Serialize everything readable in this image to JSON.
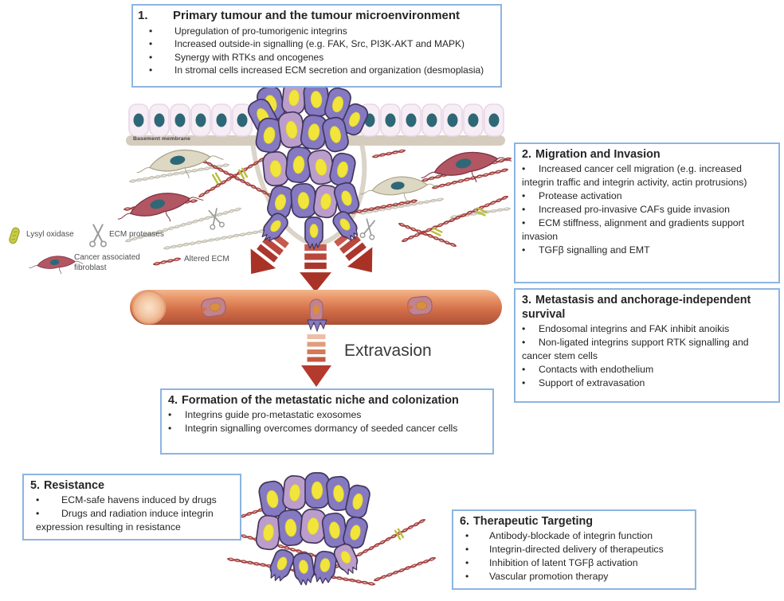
{
  "ui": {
    "bullet": "•"
  },
  "colors": {
    "box_border": "#8db4e2",
    "text": "#262626",
    "tumour_purple": "#8579c1",
    "tumour_lavender": "#bb9dcc",
    "nucleus_yellow": "#f1e53c",
    "epithelium_nucleus_teal": "#2e6876",
    "caf_red": "#b25663",
    "fibroblast_beige": "#ddd8c3",
    "fiber_red": "#a23c3a",
    "fiber_gray": "#c6c2b4",
    "crosslink_green": "#b9be3c",
    "arrow_red": "#a93227",
    "vessel_orange": "#d4714a",
    "membrane_beige": "#d5ccbe"
  },
  "boxes": [
    {
      "number": "1.",
      "title": "Primary tumour and the tumour microenvironment",
      "bullets": [
        "Upregulation of pro-tumorigenic integrins",
        "Increased outside-in signalling (e.g. FAK, Src, PI3K-AKT and MAPK)",
        "Synergy with RTKs and oncogenes",
        "In stromal cells increased ECM secretion and organization (desmoplasia)"
      ]
    },
    {
      "number": "2.",
      "title": "Migration and Invasion",
      "bullets": [
        "Increased cancer cell migration (e.g. increased integrin traffic and integrin activity, actin protrusions)",
        "Protease activation",
        "Increased pro-invasive CAFs guide invasion",
        "ECM stiffness, alignment and gradients support invasion",
        "TGFβ signalling and EMT"
      ]
    },
    {
      "number": "3.",
      "title": "Metastasis and anchorage-independent survival",
      "bullets": [
        "Endosomal integrins and FAK inhibit anoikis",
        "Non-ligated integrins support RTK signalling and cancer stem cells",
        "Contacts with endothelium",
        "Support of extravasation"
      ]
    },
    {
      "number": "4.",
      "title": "Formation of the metastatic niche and colonization",
      "bullets": [
        "Integrins guide pro-metastatic exosomes",
        "Integrin signalling overcomes dormancy of seeded cancer cells"
      ]
    },
    {
      "number": "5.",
      "title": "Resistance",
      "bullets": [
        "ECM-safe havens induced by drugs",
        "Drugs and radiation induce integrin expression resulting in resistance"
      ]
    },
    {
      "number": "6.",
      "title": "Therapeutic Targeting",
      "bullets": [
        "Antibody-blockade of integrin function",
        "Integrin-directed delivery of therapeutics",
        "Inhibition of latent TGFβ activation",
        "Vascular promotion therapy"
      ]
    }
  ],
  "labels": {
    "basement_membrane": "Basement membrane",
    "extravasation": "Extravasion"
  },
  "legend": {
    "lysyl_oxidase": "Lysyl oxidase",
    "ecm_proteases": "ECM proteases",
    "caf": "Cancer associated fibroblast",
    "altered_ecm": "Altered ECM"
  }
}
